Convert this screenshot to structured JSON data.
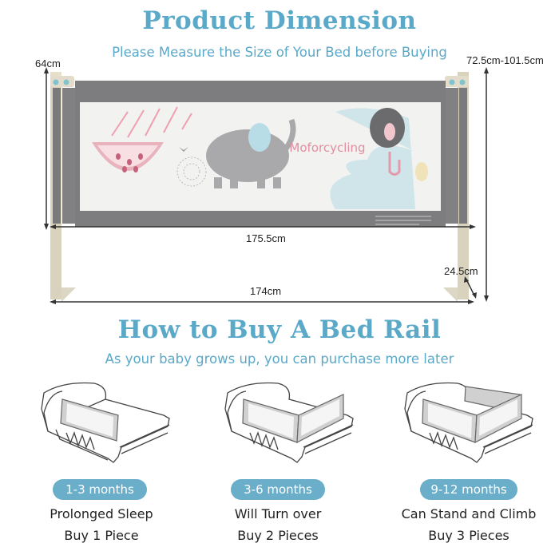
{
  "dimension_section": {
    "title": "Product Dimension",
    "subtitle": "Please Measure the Size of Your Bed before Buying",
    "measurements": {
      "rail_height": "64cm",
      "adjustable_height": "72.5cm-101.5cm",
      "rail_length": "175.5cm",
      "base_length": "174cm",
      "foot_depth": "24.5cm"
    },
    "panel_print_text": "Moforcycling"
  },
  "buy_section": {
    "title": "How to Buy A Bed Rail",
    "subtitle": "As your baby grows up, you can purchase more later",
    "stages": [
      {
        "age": "1-3 months",
        "line1": "Prolonged Sleep",
        "line2": "Buy 1 Piece",
        "pieces": 1
      },
      {
        "age": "3-6 months",
        "line1": "Will Turn over",
        "line2": "Buy 2 Pieces",
        "pieces": 2
      },
      {
        "age": "9-12 months",
        "line1": "Can Stand and Climb",
        "line2": "Buy 3 Pieces",
        "pieces": 3
      }
    ]
  },
  "colors": {
    "accent": "#5ba9c8",
    "pill": "#6aaec9",
    "rail_frame": "#7d7d80",
    "post": "#d9d2bd"
  }
}
